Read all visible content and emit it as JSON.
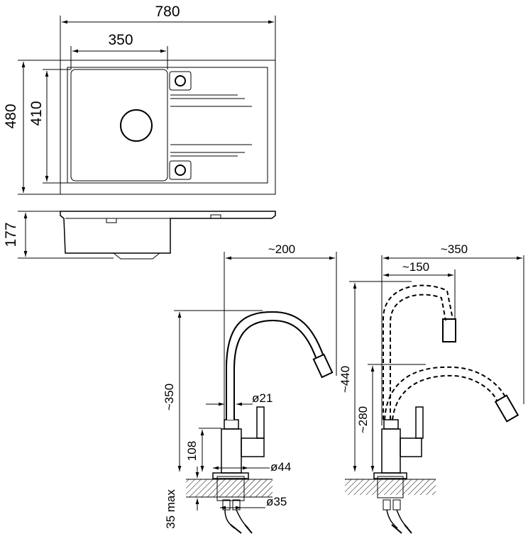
{
  "sink_top_view": {
    "width_label": "780",
    "bowl_width_label": "350",
    "height_label": "480",
    "bowl_height_label": "410"
  },
  "sink_side_view": {
    "depth_label": "177"
  },
  "faucet_front": {
    "reach_label": "~200",
    "height_label": "~350",
    "pipe_diameter_label": "ø21",
    "body_height_label": "108",
    "base_diameter_label": "ø44",
    "hole_diameter_label": "ø35",
    "deck_label": "35 max"
  },
  "faucet_side": {
    "reach_label": "~350",
    "inner_reach_label": "~150",
    "height_label": "~440",
    "low_height_label": "~280"
  }
}
